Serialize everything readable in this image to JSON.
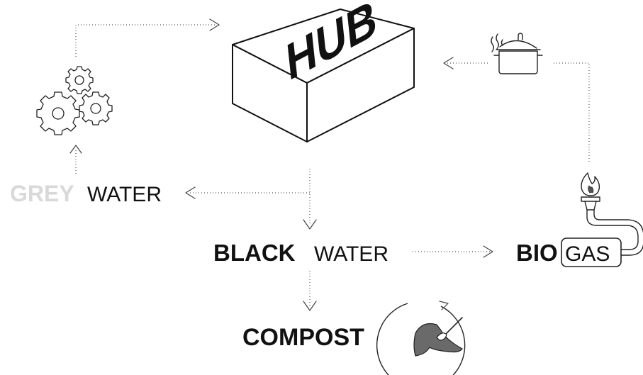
{
  "hub": {
    "label": "HUB"
  },
  "grey_water": {
    "bold": "GREY",
    "regular": "WATER"
  },
  "black_water": {
    "bold": "BLACK",
    "regular": "WATER"
  },
  "biogas": {
    "bold": "BIO",
    "regular": "GAS"
  },
  "compost": {
    "label": "COMPOST"
  },
  "colors": {
    "ink": "#111111",
    "grey_label": "#d9d9d9",
    "arrow": "#555555",
    "compost_fill": "#6a6a6a"
  },
  "icons": [
    "gears-icon",
    "cooking-pot-icon",
    "gas-burner-icon",
    "compost-cycle-icon"
  ]
}
